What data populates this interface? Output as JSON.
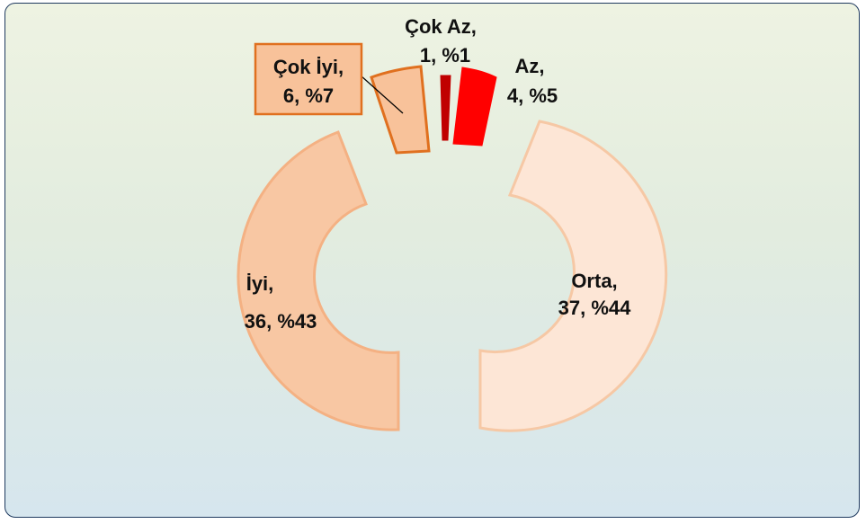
{
  "chart_data": {
    "type": "pie",
    "variant": "exploded-donut",
    "slices": [
      {
        "name": "Orta",
        "count": 37,
        "percent_label": "%44",
        "label_line2": "37, %44",
        "color": "#fde6d6",
        "stroke": "#f6c8a5"
      },
      {
        "name": "İyi",
        "count": 36,
        "percent_label": "%43",
        "label_line2": "36, %43",
        "color": "#f8c7a3",
        "stroke": "#f4b183"
      },
      {
        "name": "Çok İyi",
        "count": 6,
        "percent_label": "%7",
        "label_line2": "6, %7",
        "color": "#f8c29a",
        "stroke": "#e0701f"
      },
      {
        "name": "Çok Az",
        "count": 1,
        "percent_label": "%1",
        "label_line2": "1, %1",
        "color": "#c00000",
        "stroke": "#c00000"
      },
      {
        "name": "Az",
        "count": 4,
        "percent_label": "%5",
        "label_line2": "4, %5",
        "color": "#ff0000",
        "stroke": "#ff0000"
      }
    ],
    "labels": {
      "orta": {
        "line1": "Orta,",
        "line2": "37, %44"
      },
      "iyi": {
        "line1": "İyi,",
        "line2": "36, %43"
      },
      "cok_iyi": {
        "line1": "Çok İyi,",
        "line2": "6, %7"
      },
      "cok_az": {
        "line1": "Çok Az,",
        "line2": "1, %1"
      },
      "az": {
        "line1": "Az,",
        "line2": "4, %5"
      }
    }
  }
}
